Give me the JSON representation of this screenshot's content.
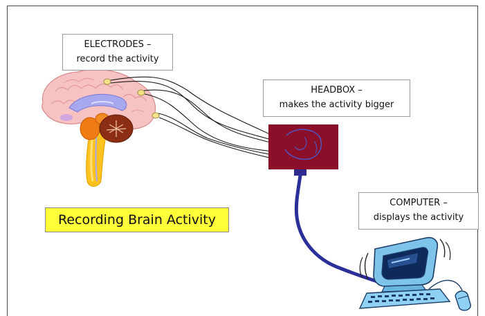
{
  "diagram": {
    "title": "Recording Brain Activity",
    "callouts": {
      "electrodes": {
        "heading": "ELECTRODES –",
        "text": "record the activity"
      },
      "headbox": {
        "heading": "HEADBOX –",
        "text": "makes the activity bigger"
      },
      "computer": {
        "heading": "COMPUTER –",
        "text": "displays the activity"
      }
    },
    "icons": [
      "brain-icon",
      "electrode-icon",
      "headbox-icon",
      "computer-icon",
      "keyboard-icon",
      "mouse-icon"
    ],
    "colors": {
      "title_fill": "#ffff3a",
      "headbox_fill": "#8c0f2a",
      "cable": "#2b2f9a",
      "brain": "#f4b8b8",
      "monitor": "#7ec3ea"
    }
  }
}
